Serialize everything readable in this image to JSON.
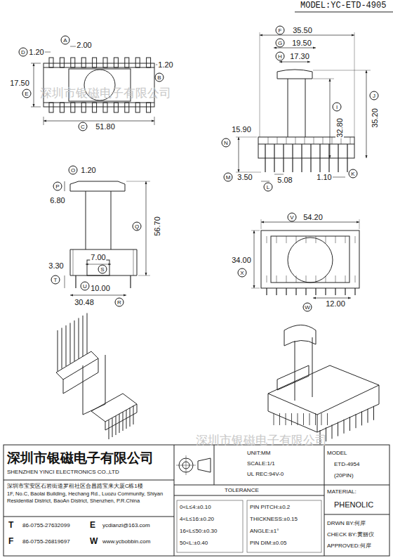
{
  "diagram": {
    "title": "MODEL:YC-ETD-4905",
    "labels": [
      "A",
      "2.00",
      "D",
      "1.20",
      "1.20",
      "B",
      "17.50",
      "E",
      "C",
      "51.80",
      "深圳市银磁电子有限公司",
      "F",
      "35.50",
      "G",
      "19.50",
      "H",
      "17.30",
      "J",
      "I",
      "32.80",
      "35.20",
      "15.90",
      "N",
      "M",
      "3.50",
      "L",
      "5.08",
      "1.10",
      "K",
      "O",
      "1.20",
      "P",
      "6.80",
      "Q",
      "56.70",
      "7.00",
      "S",
      "3.30",
      "T",
      "U",
      "10.00",
      "30.48",
      "R",
      "V",
      "54.20",
      "34.00",
      "X",
      "12.00",
      "W",
      "深圳市银磁电子有限公司",
      "深圳市银磁电子有限公司",
      "SHENZHEN YINCI ELECTRONICS CO.,LTD",
      "深圳市宝安区石岩街道罗租社区合昌路宝来大厦C栋1楼",
      "1F, No.C, Baolai Building, Hechang Rd., Luozu Community, Shiyan Residential District, BaoAn District, Shenzhen, P.R.China",
      "T",
      "86-0755-27632099",
      "E",
      "ycdianzi@163.com",
      "F",
      "86-0755-26819697",
      "W",
      "www.ycbobbin.com",
      "UNIT:MM",
      "SCALE:1/1",
      "UL REC:94V-0",
      "MODEL",
      "ETD-4954",
      "(20PIN)",
      "TOLERANCE",
      "0<L≤4:±0.10",
      "4<L≤16:±0.20",
      "16<L≤50:±0.30",
      "50<L:±0.40",
      "PIN PITCH:±0.2",
      "THICKNESS:±0.15",
      "ANGLE:±1°",
      "PIN DIM:±0.05",
      "MATERIAL:",
      "PHENOLIC",
      "DRWN BY:何岸",
      "CHECK BY:黄丽仪",
      "APPROVED:何岸"
    ]
  }
}
